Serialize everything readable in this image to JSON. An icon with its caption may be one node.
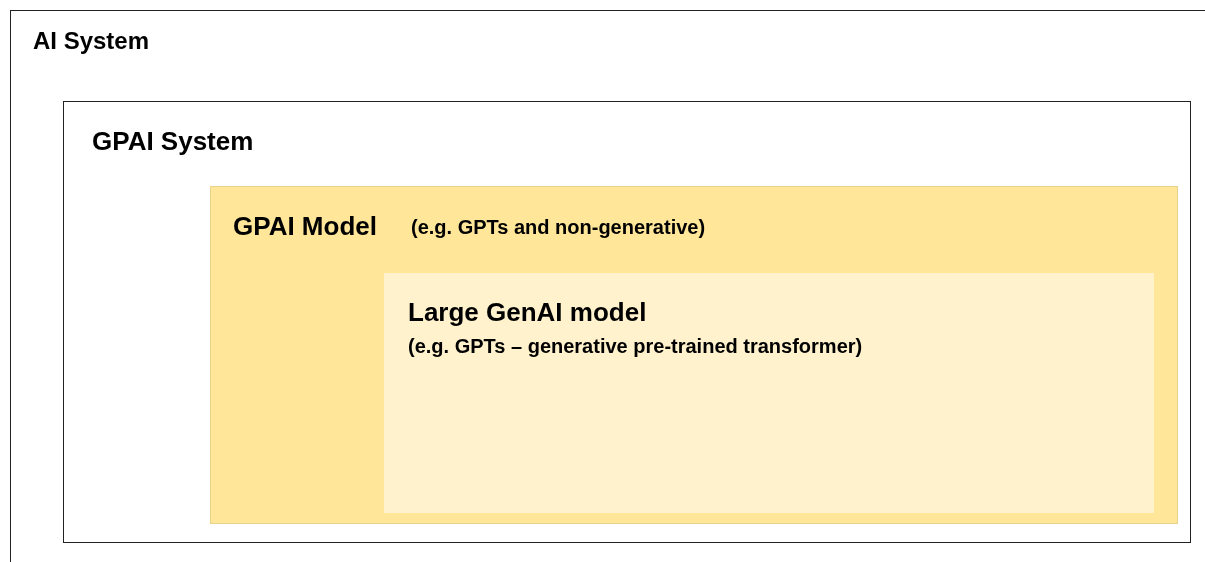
{
  "diagram": {
    "nodes": [
      {
        "text": [
          "AI System"
        ]
      },
      {
        "text": [
          "GPAI System"
        ],
        "in": 0
      },
      {
        "text": [
          "GPAI Model",
          "(e.g. GPTs and non-generative)"
        ],
        "in": 1
      },
      {
        "text": [
          "Large GenAI model",
          "(e.g. GPTs – generative pre-trained transformer)"
        ],
        "in": 2
      }
    ]
  }
}
